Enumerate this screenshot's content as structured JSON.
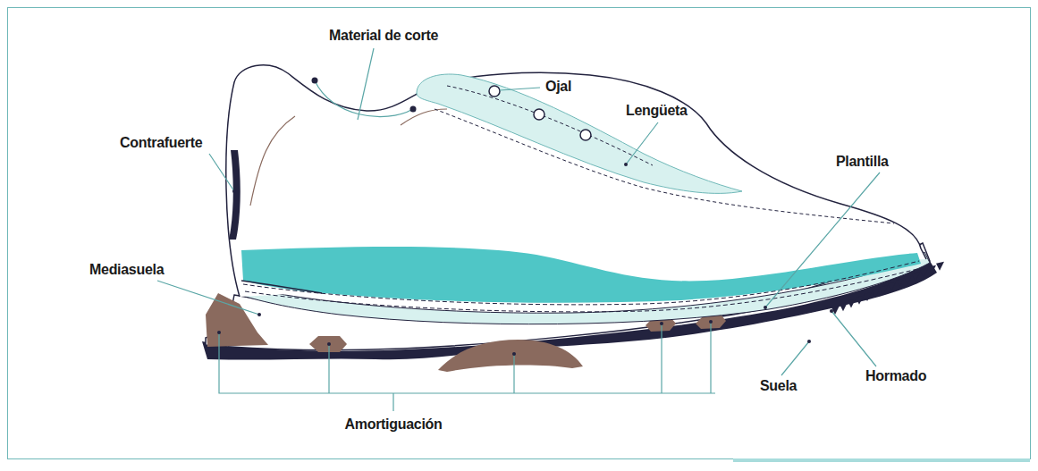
{
  "diagram": {
    "labels": [
      "Material de corte",
      "Ojal",
      "Lengüeta",
      "Contrafuerte",
      "Plantilla",
      "Mediasuela",
      "Hormado",
      "Suela",
      "Amortiguación"
    ]
  }
}
